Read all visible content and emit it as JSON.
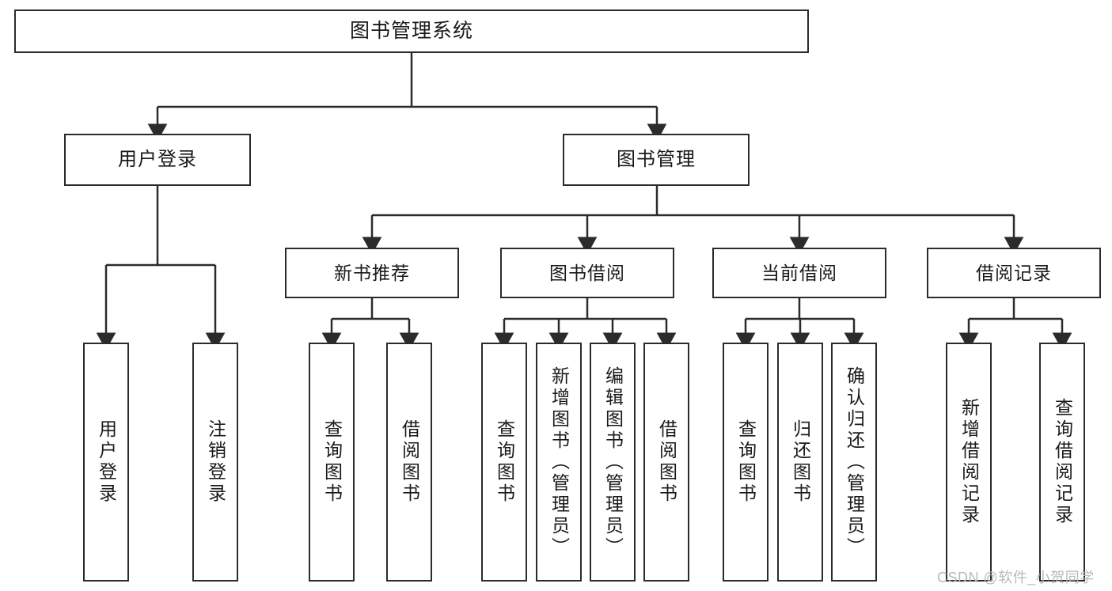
{
  "diagram": {
    "type": "tree-hierarchy-chart",
    "title": "图书管理系统",
    "watermark": "CSDN @软件_小贺同学",
    "colors": {
      "stroke": "#2b2b2b",
      "fill": "#ffffff",
      "text": "#1a1a1a",
      "watermark": "#b9b9b9"
    },
    "nodes": {
      "root": {
        "label": "图书管理系统"
      },
      "level2": [
        {
          "id": "user-login",
          "label": "用户登录"
        },
        {
          "id": "book-manage",
          "label": "图书管理"
        }
      ],
      "level3": [
        {
          "id": "new-book-recommend",
          "label": "新书推荐"
        },
        {
          "id": "book-borrow",
          "label": "图书借阅"
        },
        {
          "id": "current-borrow",
          "label": "当前借阅"
        },
        {
          "id": "borrow-record",
          "label": "借阅记录"
        }
      ],
      "leaves": {
        "user-login": [
          {
            "id": "leaf-user-login",
            "label": "用户登录"
          },
          {
            "id": "leaf-user-logout",
            "label": "注销登录"
          }
        ],
        "new-book-recommend": [
          {
            "id": "leaf-query-book-1",
            "label": "查询图书"
          },
          {
            "id": "leaf-borrow-book-1",
            "label": "借阅图书"
          }
        ],
        "book-borrow": [
          {
            "id": "leaf-query-book-2",
            "label": "查询图书"
          },
          {
            "id": "leaf-add-book",
            "label": "新增图书（管理员）"
          },
          {
            "id": "leaf-edit-book",
            "label": "编辑图书（管理员）"
          },
          {
            "id": "leaf-borrow-book-2",
            "label": "借阅图书"
          }
        ],
        "current-borrow": [
          {
            "id": "leaf-query-book-3",
            "label": "查询图书"
          },
          {
            "id": "leaf-return-book",
            "label": "归还图书"
          },
          {
            "id": "leaf-confirm-return",
            "label": "确认归还（管理员）"
          }
        ],
        "borrow-record": [
          {
            "id": "leaf-add-record",
            "label": "新增借阅记录"
          },
          {
            "id": "leaf-query-record",
            "label": "查询借阅记录"
          }
        ]
      }
    }
  }
}
